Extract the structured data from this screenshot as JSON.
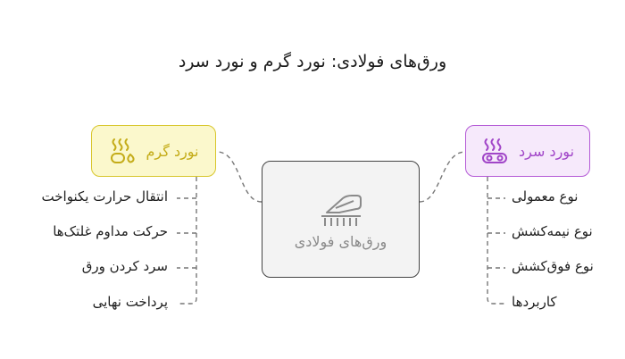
{
  "title": "ورق‌های فولادی: نورد گرم و نورد سرد",
  "center": {
    "label": "ورق‌های فولادی",
    "icon": "rolling-mill-icon"
  },
  "hot": {
    "label": "نورد گرم",
    "icon": "heat-waves-icon",
    "color": "#d8c62c",
    "items": [
      "انتقال حرارت یکنواخت",
      "حرکت مداوم غلتک‌ها",
      "سرد کردن ورق",
      "پرداخت نهایی"
    ]
  },
  "cold": {
    "label": "نورد سرد",
    "icon": "cooling-rolls-icon",
    "color": "#b45ad6",
    "items": [
      "نوع معمولی",
      "نوع نیمه‌کشش",
      "نوع فوق‌کشش",
      "کاربردها"
    ]
  }
}
